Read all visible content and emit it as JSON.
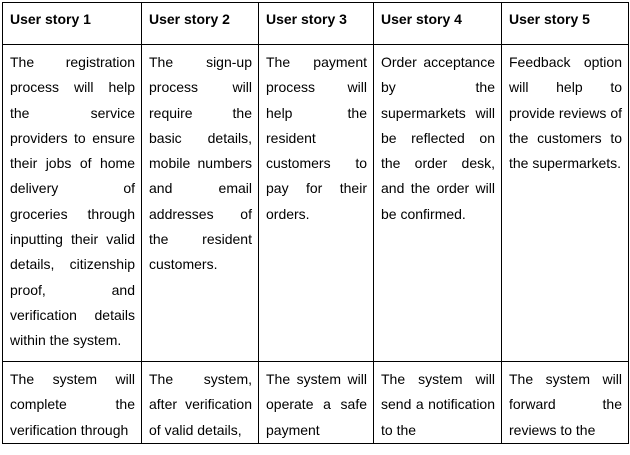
{
  "table": {
    "headers": [
      "User story 1",
      "User story 2",
      "User story 3",
      "User story 4",
      "User story 5"
    ],
    "rows": [
      [
        "The registration process will help the service providers to ensure their jobs of home delivery of groceries through inputting their valid details, citizenship proof, and verification details within the system.",
        "The sign-up process will require the basic details, mobile numbers and email addresses of the resident customers.",
        "The payment process will help the resident customers to pay for their orders.",
        "Order acceptance by the supermarkets will be reflected on the order desk, and the order will be confirmed.",
        "Feedback option will help to provide reviews of the customers to the supermarkets."
      ],
      [
        "The system will complete the verification through",
        "The system, after verification of valid details,",
        "The system will operate a safe payment",
        "The system will send a notification to the",
        "The system will forward the reviews to the"
      ]
    ]
  }
}
